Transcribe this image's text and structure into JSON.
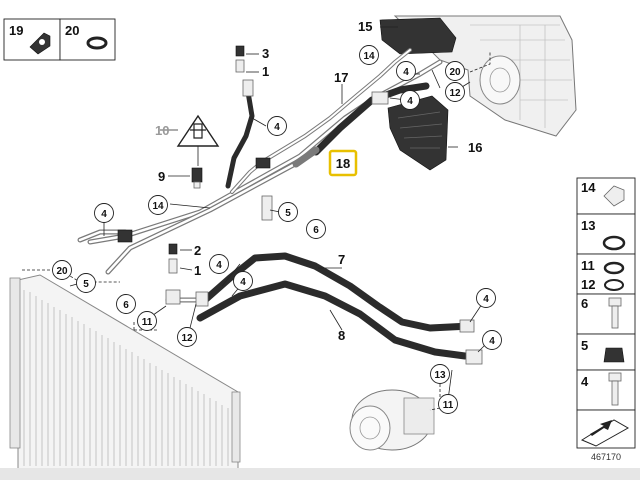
{
  "diagram_id": "467170",
  "callouts": {
    "c1a": "1",
    "c1b": "1",
    "c2": "2",
    "c3": "3",
    "c4a": "4",
    "c4b": "4",
    "c4c": "4",
    "c4d": "4",
    "c4e": "4",
    "c4f": "4",
    "c4g": "4",
    "c4h": "4",
    "c5a": "5",
    "c5b": "5",
    "c6a": "6",
    "c6b": "6",
    "c7": "7",
    "c8": "8",
    "c9": "9",
    "c10": "10",
    "c11a": "11",
    "c11b": "11",
    "c12a": "12",
    "c12b": "12",
    "c13": "13",
    "c14a": "14",
    "c14b": "14",
    "c15": "15",
    "c16": "16",
    "c17": "17",
    "c18": "18",
    "c20a": "20",
    "c20b": "20"
  },
  "legend_top": {
    "a": "19",
    "b": "20"
  },
  "legend_right": {
    "r14": "14",
    "r13": "13",
    "r11": "11",
    "r12": "12",
    "r6": "6",
    "r5": "5",
    "r4": "4"
  },
  "colors": {
    "highlight": "#e8c000",
    "hose": "#2b2b2b",
    "pipe": "#7a7a7a",
    "footer": "#e6e6e6"
  }
}
